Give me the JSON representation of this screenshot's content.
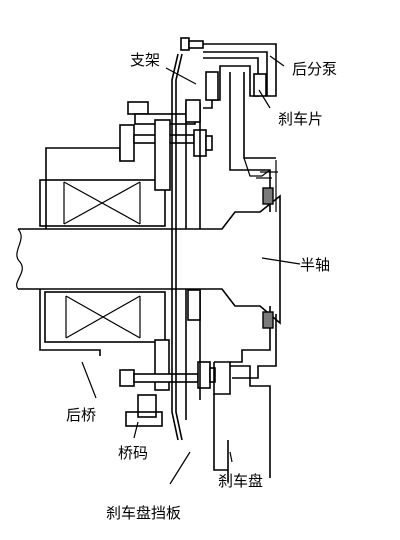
{
  "labels": {
    "support": "支架",
    "rear_cylinder": "后分泵",
    "brake_pad": "刹车片",
    "half_shaft": "半轴",
    "rear_axle": "后桥",
    "axle_block": "桥码",
    "brake_disc": "刹车盘",
    "disc_shield": "刹车盘挡板"
  }
}
